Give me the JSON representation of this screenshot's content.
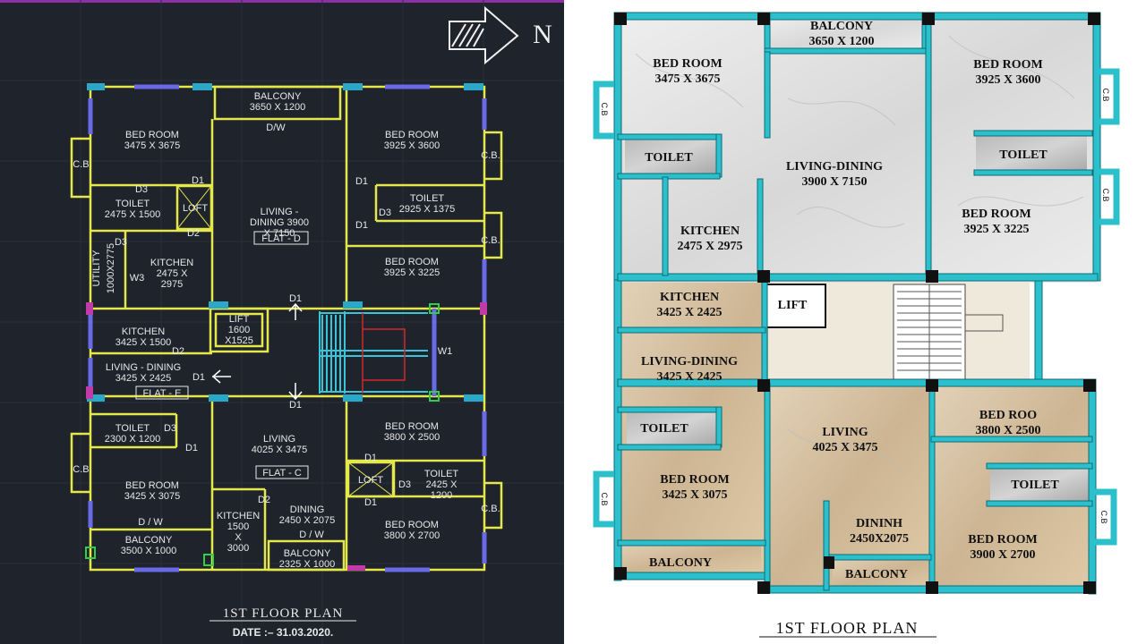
{
  "cad_plan": {
    "north_label": "N",
    "title": "1ST FLOOR PLAN",
    "date": "DATE  :–  31.03.2020.",
    "rooms": [
      {
        "key": "c_bal_top",
        "lines": [
          "BALCONY",
          "3650 X 1200"
        ]
      },
      {
        "key": "c_bed1",
        "lines": [
          "BED ROOM",
          "3475 X 3675"
        ]
      },
      {
        "key": "c_bed2",
        "lines": [
          "BED ROOM",
          "3925 X 3600"
        ]
      },
      {
        "key": "c_toilet1",
        "lines": [
          "TOILET",
          "2475 X 1500"
        ]
      },
      {
        "key": "c_toilet2",
        "lines": [
          "TOILET",
          "2925 X 1375"
        ]
      },
      {
        "key": "c_living_d",
        "lines": [
          "LIVING -",
          "DINING 3900",
          "X 7150"
        ]
      },
      {
        "key": "c_kitchen_d",
        "lines": [
          "KITCHEN",
          "2475 X",
          "2975"
        ]
      },
      {
        "key": "c_bed3",
        "lines": [
          "BED ROOM",
          "3925 X 3225"
        ]
      },
      {
        "key": "c_lift",
        "lines": [
          "LIFT",
          "1600",
          "X1525"
        ]
      },
      {
        "key": "c_kitchen_e",
        "lines": [
          "KITCHEN",
          "3425 X 1500"
        ]
      },
      {
        "key": "c_living_e",
        "lines": [
          "LIVING - DINING",
          "3425 X 2425"
        ]
      },
      {
        "key": "c_toilet3",
        "lines": [
          "TOILET",
          "2300 X 1200"
        ]
      },
      {
        "key": "c_bed4",
        "lines": [
          "BED ROOM",
          "3425 X 3075"
        ]
      },
      {
        "key": "c_bal_e",
        "lines": [
          "BALCONY",
          "3500 X 1000"
        ]
      },
      {
        "key": "c_living_c",
        "lines": [
          "LIVING",
          "4025 X 3475"
        ]
      },
      {
        "key": "c_kitchen_c",
        "lines": [
          "KITCHEN",
          "1500",
          "X",
          "3000"
        ]
      },
      {
        "key": "c_dining_c",
        "lines": [
          "DINING",
          "2450 X 2075"
        ]
      },
      {
        "key": "c_bal_c",
        "lines": [
          "BALCONY",
          "2325 X 1000"
        ]
      },
      {
        "key": "c_bed5",
        "lines": [
          "BED ROOM",
          "3800 X 2500"
        ]
      },
      {
        "key": "c_toilet4",
        "lines": [
          "TOILET",
          "2425 X",
          "1200"
        ]
      },
      {
        "key": "c_bed6",
        "lines": [
          "BED ROOM",
          "3800 X 2700"
        ]
      }
    ],
    "tags": {
      "flat_d": "FLAT - D",
      "flat_e": "FLAT - E",
      "flat_c": "FLAT - C",
      "dw1": "D/W",
      "dw2": "D / W",
      "dw3": "D / W",
      "loft1": "LOFT",
      "loft2": "LOFT",
      "utility": "UTILITY",
      "utility_dim": "1000X2775",
      "cb": "C.B.",
      "w1": "W1",
      "w3": "W3",
      "d1": "D1",
      "d2": "D2",
      "d3": "D3"
    }
  },
  "render_plan": {
    "title": "1ST  FLOOR  PLAN",
    "cb": "C.B",
    "rooms": [
      {
        "key": "r_bal_top",
        "lines": [
          "BALCONY",
          "3650 X 1200"
        ]
      },
      {
        "key": "r_bed1",
        "lines": [
          "BED ROOM",
          "3475 X 3675"
        ]
      },
      {
        "key": "r_bed2",
        "lines": [
          "BED ROOM",
          "3925 X 3600"
        ]
      },
      {
        "key": "r_toilet1",
        "lines": [
          "TOILET"
        ]
      },
      {
        "key": "r_toilet2",
        "lines": [
          "TOILET"
        ]
      },
      {
        "key": "r_living_top",
        "lines": [
          "LIVING-DINING",
          "3900 X 7150"
        ]
      },
      {
        "key": "r_kitchen1",
        "lines": [
          "KITCHEN",
          "2475 X 2975"
        ]
      },
      {
        "key": "r_bed3",
        "lines": [
          "BED ROOM",
          "3925 X 3225"
        ]
      },
      {
        "key": "r_lift",
        "lines": [
          "LIFT"
        ]
      },
      {
        "key": "r_kitchen2",
        "lines": [
          "KITCHEN",
          "3425 X 2425"
        ]
      },
      {
        "key": "r_living2",
        "lines": [
          "LIVING-DINING",
          "3425 X 2425"
        ]
      },
      {
        "key": "r_toilet3",
        "lines": [
          "TOILET"
        ]
      },
      {
        "key": "r_bed4",
        "lines": [
          "BED ROOM",
          "3425 X 3075"
        ]
      },
      {
        "key": "r_bal_left",
        "lines": [
          "BALCONY"
        ]
      },
      {
        "key": "r_living3",
        "lines": [
          "LIVING",
          "4025 X 3475"
        ]
      },
      {
        "key": "r_dinnh",
        "lines": [
          "DININH",
          "2450X2075"
        ]
      },
      {
        "key": "r_bal_mid",
        "lines": [
          "BALCONY"
        ]
      },
      {
        "key": "r_bed5",
        "lines": [
          "BED ROO",
          "3800 X 2500"
        ]
      },
      {
        "key": "r_toilet4",
        "lines": [
          "TOILET"
        ]
      },
      {
        "key": "r_bed6",
        "lines": [
          "BED ROOM",
          "3900 X 2700"
        ]
      }
    ]
  }
}
